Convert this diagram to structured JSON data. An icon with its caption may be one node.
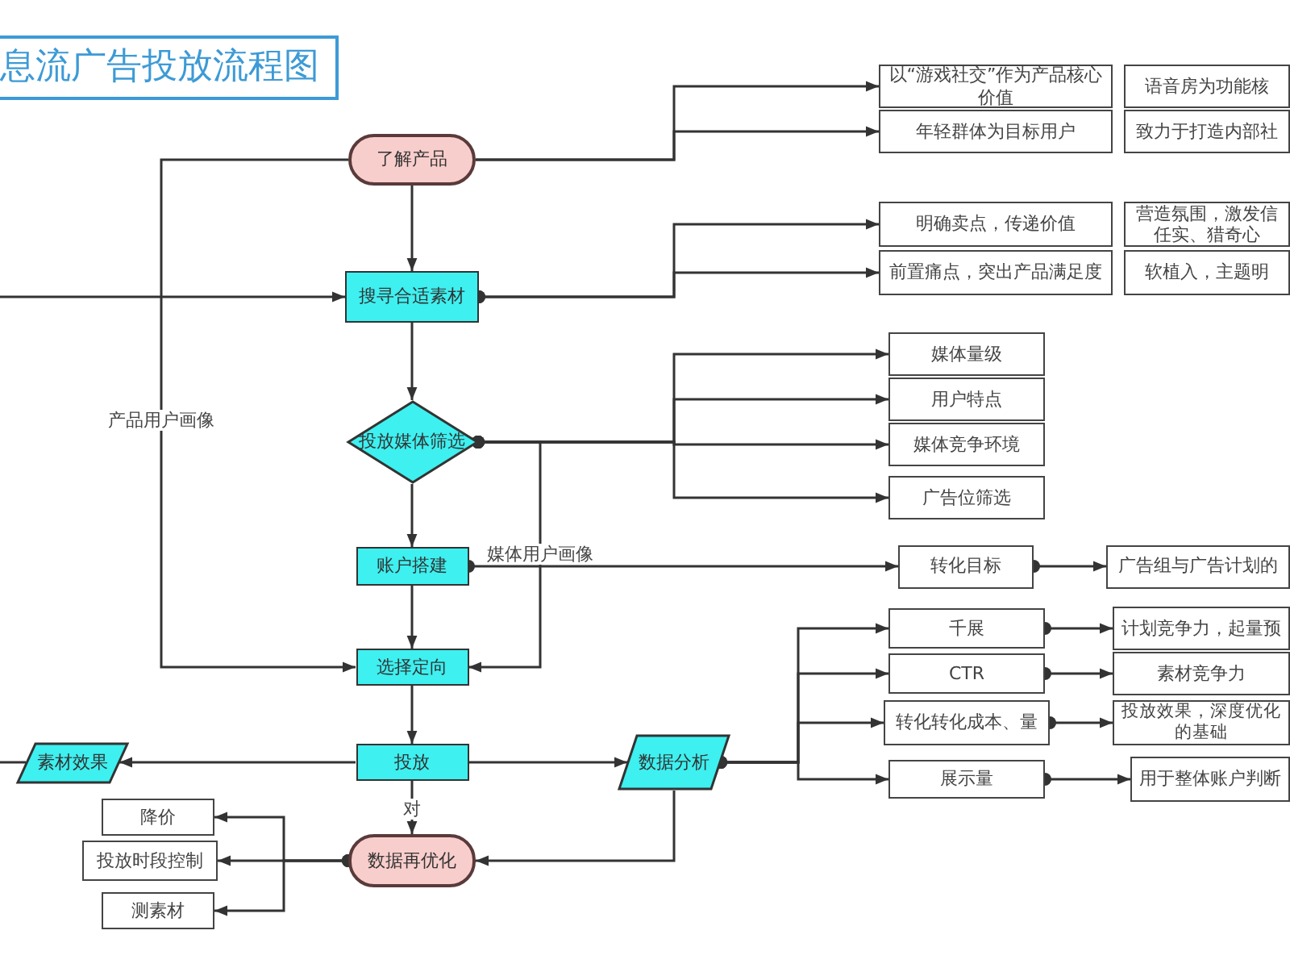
{
  "diagram": {
    "title": "息流广告投放流程图",
    "nodes": [
      {
        "text": [
          "了解产品"
        ]
      },
      {
        "text": [
          "以“游戏社交”作为产品核心价值"
        ]
      },
      {
        "text": [
          "年轻群体为目标用户"
        ]
      },
      {
        "text": [
          "语音房为功能核"
        ]
      },
      {
        "text": [
          "致力于打造内部社"
        ]
      },
      {
        "text": [
          "搜寻合适素材"
        ]
      },
      {
        "text": [
          "明确卖点，传递价值"
        ]
      },
      {
        "text": [
          "前置痛点，突出产品满足度"
        ]
      },
      {
        "text": [
          "营造氛围，激发信任实、猎奇心"
        ]
      },
      {
        "text": [
          "软植入，主题明"
        ]
      },
      {
        "text": [
          "投放媒体筛选"
        ]
      },
      {
        "text": [
          "媒体量级"
        ]
      },
      {
        "text": [
          "用户特点"
        ]
      },
      {
        "text": [
          "媒体竞争环境"
        ]
      },
      {
        "text": [
          "广告位筛选"
        ]
      },
      {
        "text": [
          "账户搭建"
        ]
      },
      {
        "text": [
          "转化目标"
        ]
      },
      {
        "text": [
          "广告组与广告计划的"
        ]
      },
      {
        "text": [
          "选择定向"
        ]
      },
      {
        "text": [
          "千展"
        ]
      },
      {
        "text": [
          "CTR"
        ]
      },
      {
        "text": [
          "转化转化成本、量"
        ]
      },
      {
        "text": [
          "展示量"
        ]
      },
      {
        "text": [
          "计划竞争力，起量预"
        ]
      },
      {
        "text": [
          "素材竞争力"
        ]
      },
      {
        "text": [
          "投放效果，深度优化的基础"
        ]
      },
      {
        "text": [
          "用于整体账户判断"
        ]
      },
      {
        "text": [
          "投放"
        ]
      },
      {
        "text": [
          "素材效果"
        ]
      },
      {
        "text": [
          "数据分析"
        ]
      },
      {
        "text": [
          "降价"
        ]
      },
      {
        "text": [
          "投放时段控制"
        ]
      },
      {
        "text": [
          "数据再优化"
        ]
      },
      {
        "text": [
          "测素材"
        ]
      }
    ],
    "edges": [
      {
        "from": 0,
        "to": 1,
        "arrow": "to"
      },
      {
        "from": 0,
        "to": 2,
        "arrow": "to"
      },
      {
        "from": 0,
        "to": 5,
        "arrow": "to"
      },
      {
        "from": 0,
        "to": 18,
        "arrow": "to",
        "label": "产品用户画像"
      },
      {
        "from": null,
        "to": 5,
        "arrow": "to"
      },
      {
        "from": 5,
        "to": 6,
        "arrow": "to"
      },
      {
        "from": 5,
        "to": 7,
        "arrow": "to"
      },
      {
        "from": 5,
        "to": 10,
        "arrow": "to"
      },
      {
        "from": 10,
        "to": 11,
        "arrow": "to"
      },
      {
        "from": 10,
        "to": 12,
        "arrow": "to"
      },
      {
        "from": 10,
        "to": 13,
        "arrow": "to"
      },
      {
        "from": 10,
        "to": 14,
        "arrow": "to"
      },
      {
        "from": 10,
        "to": 15,
        "arrow": "to"
      },
      {
        "from": 10,
        "to": 18,
        "arrow": "to"
      },
      {
        "from": 15,
        "to": 16,
        "arrow": "to",
        "label": "媒体用户画像"
      },
      {
        "from": 15,
        "to": 18,
        "arrow": "to"
      },
      {
        "from": 16,
        "to": 17,
        "arrow": "to"
      },
      {
        "from": 18,
        "to": 27,
        "arrow": "to"
      },
      {
        "from": 27,
        "to": 28,
        "arrow": "to"
      },
      {
        "from": 27,
        "to": 29,
        "arrow": "to"
      },
      {
        "from": 27,
        "to": 32,
        "arrow": "to",
        "label": "对"
      },
      {
        "from": 29,
        "to": 19,
        "arrow": "to"
      },
      {
        "from": 29,
        "to": 20,
        "arrow": "to"
      },
      {
        "from": 29,
        "to": 21,
        "arrow": "to"
      },
      {
        "from": 29,
        "to": 22,
        "arrow": "to"
      },
      {
        "from": 19,
        "to": 23,
        "arrow": "to"
      },
      {
        "from": 20,
        "to": 24,
        "arrow": "to"
      },
      {
        "from": 21,
        "to": 25,
        "arrow": "to"
      },
      {
        "from": 22,
        "to": 26,
        "arrow": "to"
      },
      {
        "from": 29,
        "to": 32,
        "arrow": "to"
      },
      {
        "from": 32,
        "to": 30,
        "arrow": "to"
      },
      {
        "from": 32,
        "to": 31,
        "arrow": "to"
      },
      {
        "from": 32,
        "to": 33,
        "arrow": "to"
      },
      {
        "from": 28,
        "to": null,
        "arrow": "none"
      }
    ]
  }
}
